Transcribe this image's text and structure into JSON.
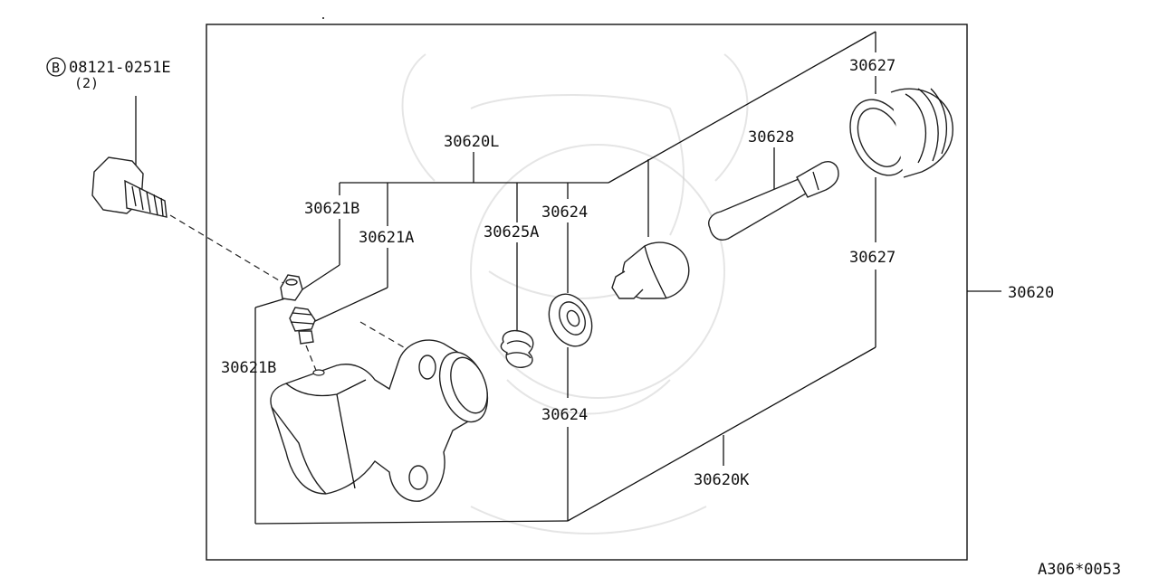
{
  "diagram": {
    "part_labels": {
      "bolt_code": "08121-0251E",
      "bolt_qty": "(2)",
      "bolt_badge": "B",
      "assy": "30620",
      "body_l": "30620L",
      "kit_k": "30620K",
      "bleeder_b_top": "30621B",
      "bleeder_a": "30621A",
      "bleeder_b_side": "30621B",
      "spring": "30625A",
      "cup_top": "30624",
      "cup_bottom": "30624",
      "boot_top": "30627",
      "boot_bottom": "30627",
      "pushrod": "30628"
    },
    "figure_code": "A306*0053"
  }
}
